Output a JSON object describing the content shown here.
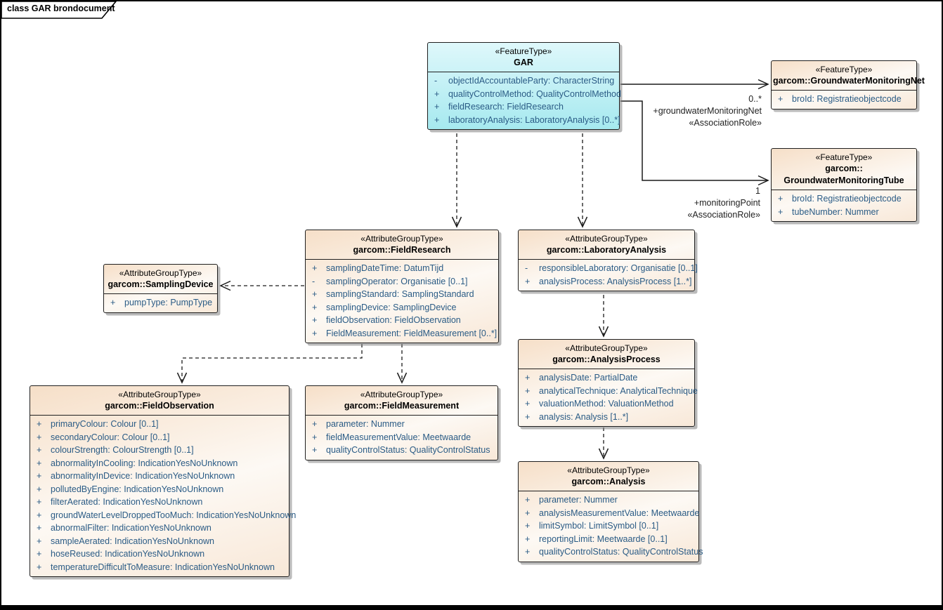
{
  "frame": {
    "title": "class GAR brondocument"
  },
  "colors": {
    "feature_fill": "#a6e9ef",
    "feature_fill_light": "#dff8fb",
    "group_fill": "#f6dfc8",
    "group_fill_light": "#fdf9f4",
    "group_fill_mid": "#f8e8d8",
    "attribute_text": "#2a5b85",
    "line": "#1a1a1a"
  },
  "classes": {
    "gar": {
      "stereotype": "«FeatureType»",
      "name_lines": [
        "GAR"
      ],
      "attributes": [
        {
          "vis": "-",
          "text": "objectIdAccountableParty: CharacterString"
        },
        {
          "vis": "+",
          "text": "qualityControlMethod: QualityControlMethod"
        },
        {
          "vis": "+",
          "text": "fieldResearch: FieldResearch"
        },
        {
          "vis": "+",
          "text": "laboratoryAnalysis: LaboratoryAnalysis [0..*]"
        }
      ]
    },
    "net": {
      "stereotype": "«FeatureType»",
      "name_lines": [
        "garcom::GroundwaterMonitoringNet"
      ],
      "attributes": [
        {
          "vis": "+",
          "text": "broId: Registratieobjectcode"
        }
      ]
    },
    "tube": {
      "stereotype": "«FeatureType»",
      "name_lines": [
        "garcom::",
        "GroundwaterMonitoringTube"
      ],
      "attributes": [
        {
          "vis": "+",
          "text": "broId: Registratieobjectcode"
        },
        {
          "vis": "+",
          "text": "tubeNumber: Nummer"
        }
      ]
    },
    "fieldResearch": {
      "stereotype": "«AttributeGroupType»",
      "name_lines": [
        "garcom::FieldResearch"
      ],
      "attributes": [
        {
          "vis": "+",
          "text": "samplingDateTime: DatumTijd"
        },
        {
          "vis": "-",
          "text": "samplingOperator: Organisatie [0..1]"
        },
        {
          "vis": "+",
          "text": "samplingStandard: SamplingStandard"
        },
        {
          "vis": "+",
          "text": "samplingDevice: SamplingDevice"
        },
        {
          "vis": "+",
          "text": "fieldObservation: FieldObservation"
        },
        {
          "vis": "+",
          "text": "FieldMeasurement: FieldMeasurement [0..*]"
        }
      ]
    },
    "laboratoryAnalysis": {
      "stereotype": "«AttributeGroupType»",
      "name_lines": [
        "garcom::LaboratoryAnalysis"
      ],
      "attributes": [
        {
          "vis": "-",
          "text": "responsibleLaboratory: Organisatie [0..1]"
        },
        {
          "vis": "+",
          "text": "analysisProcess: AnalysisProcess [1..*]"
        }
      ]
    },
    "samplingDevice": {
      "stereotype": "«AttributeGroupType»",
      "name_lines": [
        "garcom::SamplingDevice"
      ],
      "attributes": [
        {
          "vis": "+",
          "text": "pumpType: PumpType"
        }
      ]
    },
    "fieldObservation": {
      "stereotype": "«AttributeGroupType»",
      "name_lines": [
        "garcom::FieldObservation"
      ],
      "attributes": [
        {
          "vis": "+",
          "text": "primaryColour: Colour [0..1]"
        },
        {
          "vis": "+",
          "text": "secondaryColour: Colour [0..1]"
        },
        {
          "vis": "+",
          "text": "colourStrength: ColourStrength [0..1]"
        },
        {
          "vis": "+",
          "text": "abnormalityInCooling: IndicationYesNoUnknown"
        },
        {
          "vis": "+",
          "text": "abnormalityInDevice: IndicationYesNoUnknown"
        },
        {
          "vis": "+",
          "text": "pollutedByEngine: IndicationYesNoUnknown"
        },
        {
          "vis": "+",
          "text": "filterAerated: IndicationYesNoUnknown"
        },
        {
          "vis": "+",
          "text": "groundWaterLevelDroppedTooMuch: IndicationYesNoUnknown"
        },
        {
          "vis": "+",
          "text": "abnormalFilter: IndicationYesNoUnknown"
        },
        {
          "vis": "+",
          "text": "sampleAerated: IndicationYesNoUnknown"
        },
        {
          "vis": "+",
          "text": "hoseReused: IndicationYesNoUnknown"
        },
        {
          "vis": "+",
          "text": "temperatureDifficultToMeasure: IndicationYesNoUnknown"
        }
      ]
    },
    "fieldMeasurement": {
      "stereotype": "«AttributeGroupType»",
      "name_lines": [
        "garcom::FieldMeasurement"
      ],
      "attributes": [
        {
          "vis": "+",
          "text": "parameter: Nummer"
        },
        {
          "vis": "+",
          "text": "fieldMeasurementValue: Meetwaarde"
        },
        {
          "vis": "+",
          "text": "qualityControlStatus: QualityControlStatus"
        }
      ]
    },
    "analysisProcess": {
      "stereotype": "«AttributeGroupType»",
      "name_lines": [
        "garcom::AnalysisProcess"
      ],
      "attributes": [
        {
          "vis": "+",
          "text": "analysisDate: PartialDate"
        },
        {
          "vis": "+",
          "text": "analyticalTechnique: AnalyticalTechnique"
        },
        {
          "vis": "+",
          "text": "valuationMethod: ValuationMethod"
        },
        {
          "vis": "+",
          "text": "analysis: Analysis [1..*]"
        }
      ]
    },
    "analysis": {
      "stereotype": "«AttributeGroupType»",
      "name_lines": [
        "garcom::Analysis"
      ],
      "attributes": [
        {
          "vis": "+",
          "text": "parameter: Nummer"
        },
        {
          "vis": "+",
          "text": "analysisMeasurementValue: Meetwaarde"
        },
        {
          "vis": "+",
          "text": "limitSymbol: LimitSymbol [0..1]"
        },
        {
          "vis": "+",
          "text": "reportingLimit: Meetwaarde [0..1]"
        },
        {
          "vis": "+",
          "text": "qualityControlStatus: QualityControlStatus"
        }
      ]
    }
  },
  "connector_labels": {
    "net": {
      "multiplicity": "0..*",
      "role": "+groundwaterMonitoringNet",
      "stereotype": "«AssociationRole»"
    },
    "tube": {
      "multiplicity": "1",
      "role": "+monitoringPoint",
      "stereotype": "«AssociationRole»"
    }
  }
}
